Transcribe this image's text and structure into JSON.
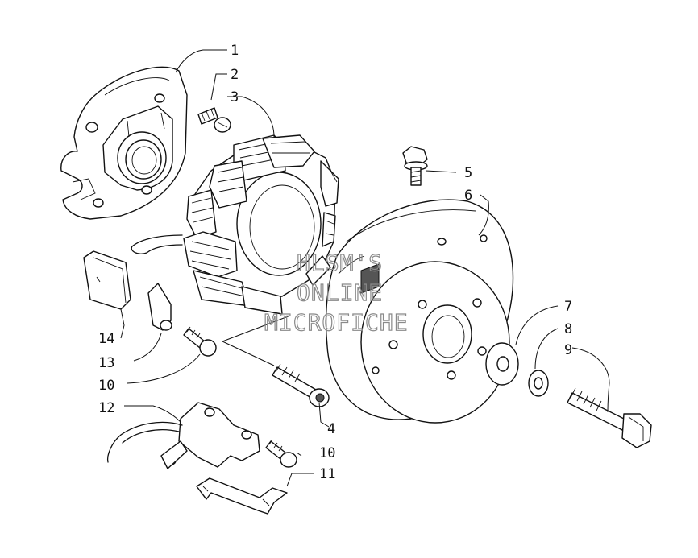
{
  "watermark": {
    "line1": "HLSM'S",
    "line2": "ONLINE",
    "line3": "MICROFICHE"
  },
  "callouts": [
    {
      "id": "c1",
      "text": "1"
    },
    {
      "id": "c2",
      "text": "2"
    },
    {
      "id": "c3",
      "text": "3"
    },
    {
      "id": "c4",
      "text": "4"
    },
    {
      "id": "c5",
      "text": "5"
    },
    {
      "id": "c6",
      "text": "6"
    },
    {
      "id": "c7",
      "text": "7"
    },
    {
      "id": "c8",
      "text": "8"
    },
    {
      "id": "c9",
      "text": "9"
    },
    {
      "id": "c10a",
      "text": "10"
    },
    {
      "id": "c10b",
      "text": "10"
    },
    {
      "id": "c11",
      "text": "11"
    },
    {
      "id": "c12",
      "text": "12"
    },
    {
      "id": "c13",
      "text": "13"
    },
    {
      "id": "c14",
      "text": "14"
    }
  ]
}
